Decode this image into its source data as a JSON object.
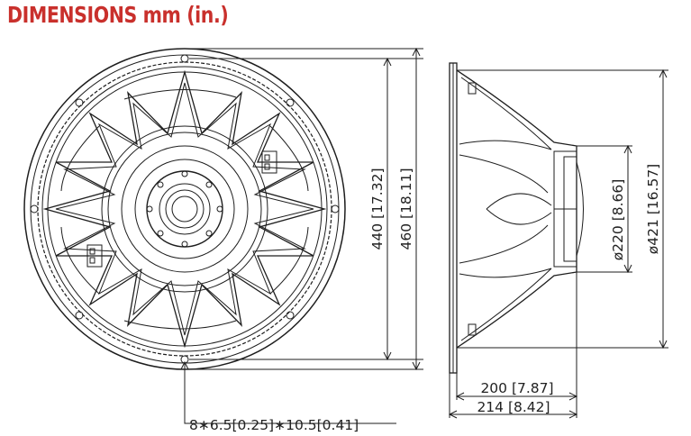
{
  "title": "DIMENSIONS mm (in.)",
  "colors": {
    "title": "#c9302c",
    "line": "#1e1e1e"
  },
  "dimensions": {
    "inner_height": "440 [17.32]",
    "outer_height": "460 [18.11]",
    "magnet_diameter": "ø220 [8.66]",
    "frame_diameter": "ø421 [16.57]",
    "depth_inner": "200 [7.87]",
    "depth_total": "214 [8.42]",
    "mounting_holes": "8∗6.5[0.25]∗10.5[0.41]"
  }
}
